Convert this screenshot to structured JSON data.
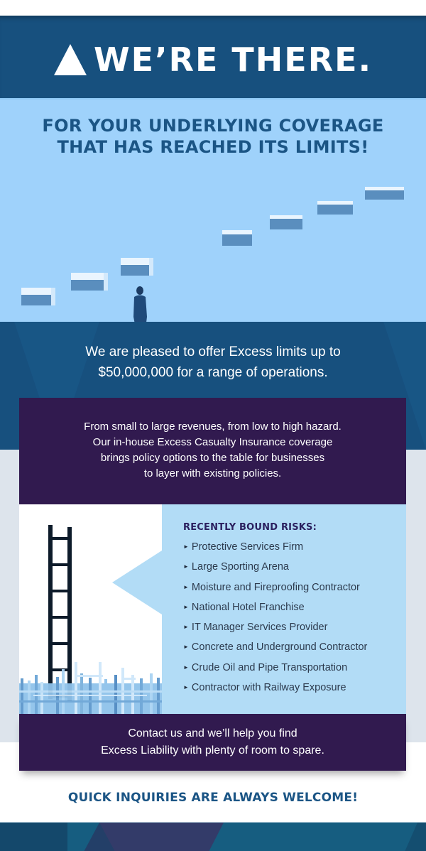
{
  "header": {
    "logo_icon": "triangle-icon",
    "title": "WE’RE THERE."
  },
  "hero": {
    "headline_line1": "FOR YOUR UNDERLYING COVERAGE",
    "headline_line2": "THAT HAS REACHED ITS LIMITS!",
    "illustration": "man-on-floating-steps"
  },
  "offer": {
    "line1": "We are pleased to offer Excess limits up to",
    "line2": "$50,000,000 for a range of operations."
  },
  "intro": {
    "line1": "From small to large revenues, from low to high hazard.",
    "line2": "Our in-house Excess Casualty Insurance coverage",
    "line3": "brings policy options to the table for businesses",
    "line4": "to layer with existing policies."
  },
  "risks": {
    "title": "RECENTLY BOUND RISKS:",
    "bullet": "►",
    "items": [
      "Protective Services Firm",
      "Large Sporting Arena",
      "Moisture and Fireproofing Contractor",
      "National Hotel Franchise",
      "IT Manager Services Provider",
      "Concrete and Underground Contractor",
      "Crude Oil and Pipe Transportation",
      "Contractor with Railway Exposure"
    ],
    "illustration": "tall-ladder-among-short-ladders"
  },
  "contact": {
    "line1": "Contact us and we’ll help you find",
    "line2": "Excess Liability with plenty of room to spare."
  },
  "cta": {
    "text": "QUICK INQUIRIES ARE ALWAYS WELCOME!"
  },
  "colors": {
    "dark_blue": "#17507e",
    "light_blue": "#9fd2fb",
    "panel_blue": "#b2dcf6",
    "purple": "#311a4f",
    "gray_bg": "#dde4ec",
    "headline_blue": "#1b5585"
  }
}
